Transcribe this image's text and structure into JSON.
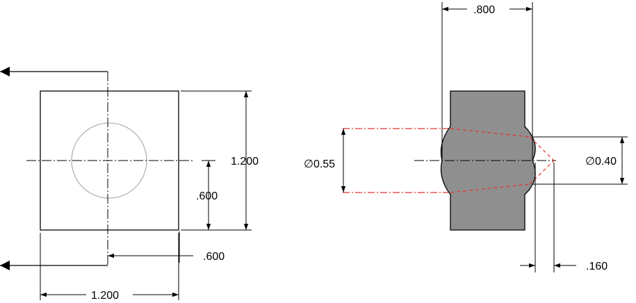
{
  "drawing": {
    "front_view": {
      "dim_height_overall": ".600",
      "dim_height_full": "1.200",
      "dim_offset": ".600",
      "dim_width": "1.200"
    },
    "section_view": {
      "dim_width": ".800",
      "dim_dia_left": "∅0.55",
      "dim_dia_right": "∅0.40",
      "dim_depth": ".160"
    },
    "colors": {
      "section_fill": "#8f8f8f",
      "hidden_lines": "#e8322b",
      "circle": "#b3b3b3"
    }
  }
}
